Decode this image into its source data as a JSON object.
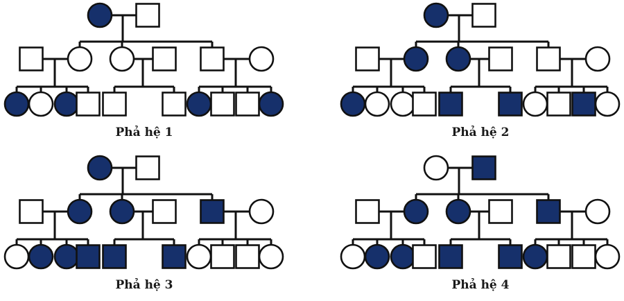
{
  "colors": {
    "affected": "#16306b",
    "unaffected": "#ffffff",
    "line": "#111111"
  },
  "legend_note": "filled = affected, empty = unaffected; circle = female, square = male",
  "pedigrees": [
    {
      "label": "Phả hệ 1",
      "generation_1": [
        {
          "sex": "female",
          "affected": true
        },
        {
          "sex": "male",
          "affected": false
        }
      ],
      "generation_2": [
        {
          "sex": "male",
          "affected": false,
          "role": "spouse"
        },
        {
          "sex": "female",
          "affected": false,
          "role": "child"
        },
        {
          "sex": "female",
          "affected": false,
          "role": "child"
        },
        {
          "sex": "male",
          "affected": false,
          "role": "spouse"
        },
        {
          "sex": "male",
          "affected": false,
          "role": "child"
        },
        {
          "sex": "female",
          "affected": false,
          "role": "spouse"
        }
      ],
      "generation_3": [
        [
          {
            "sex": "female",
            "affected": true
          },
          {
            "sex": "female",
            "affected": false
          },
          {
            "sex": "female",
            "affected": true
          },
          {
            "sex": "male",
            "affected": false
          }
        ],
        [
          {
            "sex": "male",
            "affected": false
          },
          {
            "sex": "male",
            "affected": false
          }
        ],
        [
          {
            "sex": "female",
            "affected": true
          },
          {
            "sex": "male",
            "affected": false
          },
          {
            "sex": "male",
            "affected": false
          },
          {
            "sex": "female",
            "affected": true
          }
        ]
      ]
    },
    {
      "label": "Phả hệ 2",
      "generation_1": [
        {
          "sex": "female",
          "affected": true
        },
        {
          "sex": "male",
          "affected": false
        }
      ],
      "generation_2": [
        {
          "sex": "male",
          "affected": false,
          "role": "spouse"
        },
        {
          "sex": "female",
          "affected": true,
          "role": "child"
        },
        {
          "sex": "female",
          "affected": true,
          "role": "child"
        },
        {
          "sex": "male",
          "affected": false,
          "role": "spouse"
        },
        {
          "sex": "male",
          "affected": false,
          "role": "child"
        },
        {
          "sex": "female",
          "affected": false,
          "role": "spouse"
        }
      ],
      "generation_3": [
        [
          {
            "sex": "female",
            "affected": true
          },
          {
            "sex": "female",
            "affected": false
          },
          {
            "sex": "female",
            "affected": false
          },
          {
            "sex": "male",
            "affected": false
          }
        ],
        [
          {
            "sex": "male",
            "affected": true
          },
          {
            "sex": "male",
            "affected": true
          }
        ],
        [
          {
            "sex": "female",
            "affected": false
          },
          {
            "sex": "male",
            "affected": false
          },
          {
            "sex": "male",
            "affected": true
          },
          {
            "sex": "female",
            "affected": false
          }
        ]
      ]
    },
    {
      "label": "Phả hệ 3",
      "generation_1": [
        {
          "sex": "female",
          "affected": true
        },
        {
          "sex": "male",
          "affected": false
        }
      ],
      "generation_2": [
        {
          "sex": "male",
          "affected": false,
          "role": "spouse"
        },
        {
          "sex": "female",
          "affected": true,
          "role": "child"
        },
        {
          "sex": "female",
          "affected": true,
          "role": "child"
        },
        {
          "sex": "male",
          "affected": false,
          "role": "spouse"
        },
        {
          "sex": "male",
          "affected": true,
          "role": "child"
        },
        {
          "sex": "female",
          "affected": false,
          "role": "spouse"
        }
      ],
      "generation_3": [
        [
          {
            "sex": "female",
            "affected": false
          },
          {
            "sex": "female",
            "affected": true
          },
          {
            "sex": "female",
            "affected": true
          },
          {
            "sex": "male",
            "affected": true
          }
        ],
        [
          {
            "sex": "male",
            "affected": true
          },
          {
            "sex": "male",
            "affected": true
          }
        ],
        [
          {
            "sex": "female",
            "affected": false
          },
          {
            "sex": "male",
            "affected": false
          },
          {
            "sex": "male",
            "affected": false
          },
          {
            "sex": "female",
            "affected": false
          }
        ]
      ]
    },
    {
      "label": "Phả hệ 4",
      "generation_1": [
        {
          "sex": "female",
          "affected": false
        },
        {
          "sex": "male",
          "affected": true
        }
      ],
      "generation_2": [
        {
          "sex": "male",
          "affected": false,
          "role": "spouse"
        },
        {
          "sex": "female",
          "affected": true,
          "role": "child"
        },
        {
          "sex": "female",
          "affected": true,
          "role": "child"
        },
        {
          "sex": "male",
          "affected": false,
          "role": "spouse"
        },
        {
          "sex": "male",
          "affected": true,
          "role": "child"
        },
        {
          "sex": "female",
          "affected": false,
          "role": "spouse"
        }
      ],
      "generation_3": [
        [
          {
            "sex": "female",
            "affected": false
          },
          {
            "sex": "female",
            "affected": true
          },
          {
            "sex": "female",
            "affected": true
          },
          {
            "sex": "male",
            "affected": false
          }
        ],
        [
          {
            "sex": "male",
            "affected": true
          },
          {
            "sex": "male",
            "affected": true
          }
        ],
        [
          {
            "sex": "female",
            "affected": true
          },
          {
            "sex": "male",
            "affected": false
          },
          {
            "sex": "male",
            "affected": false
          },
          {
            "sex": "female",
            "affected": false
          }
        ]
      ]
    }
  ]
}
